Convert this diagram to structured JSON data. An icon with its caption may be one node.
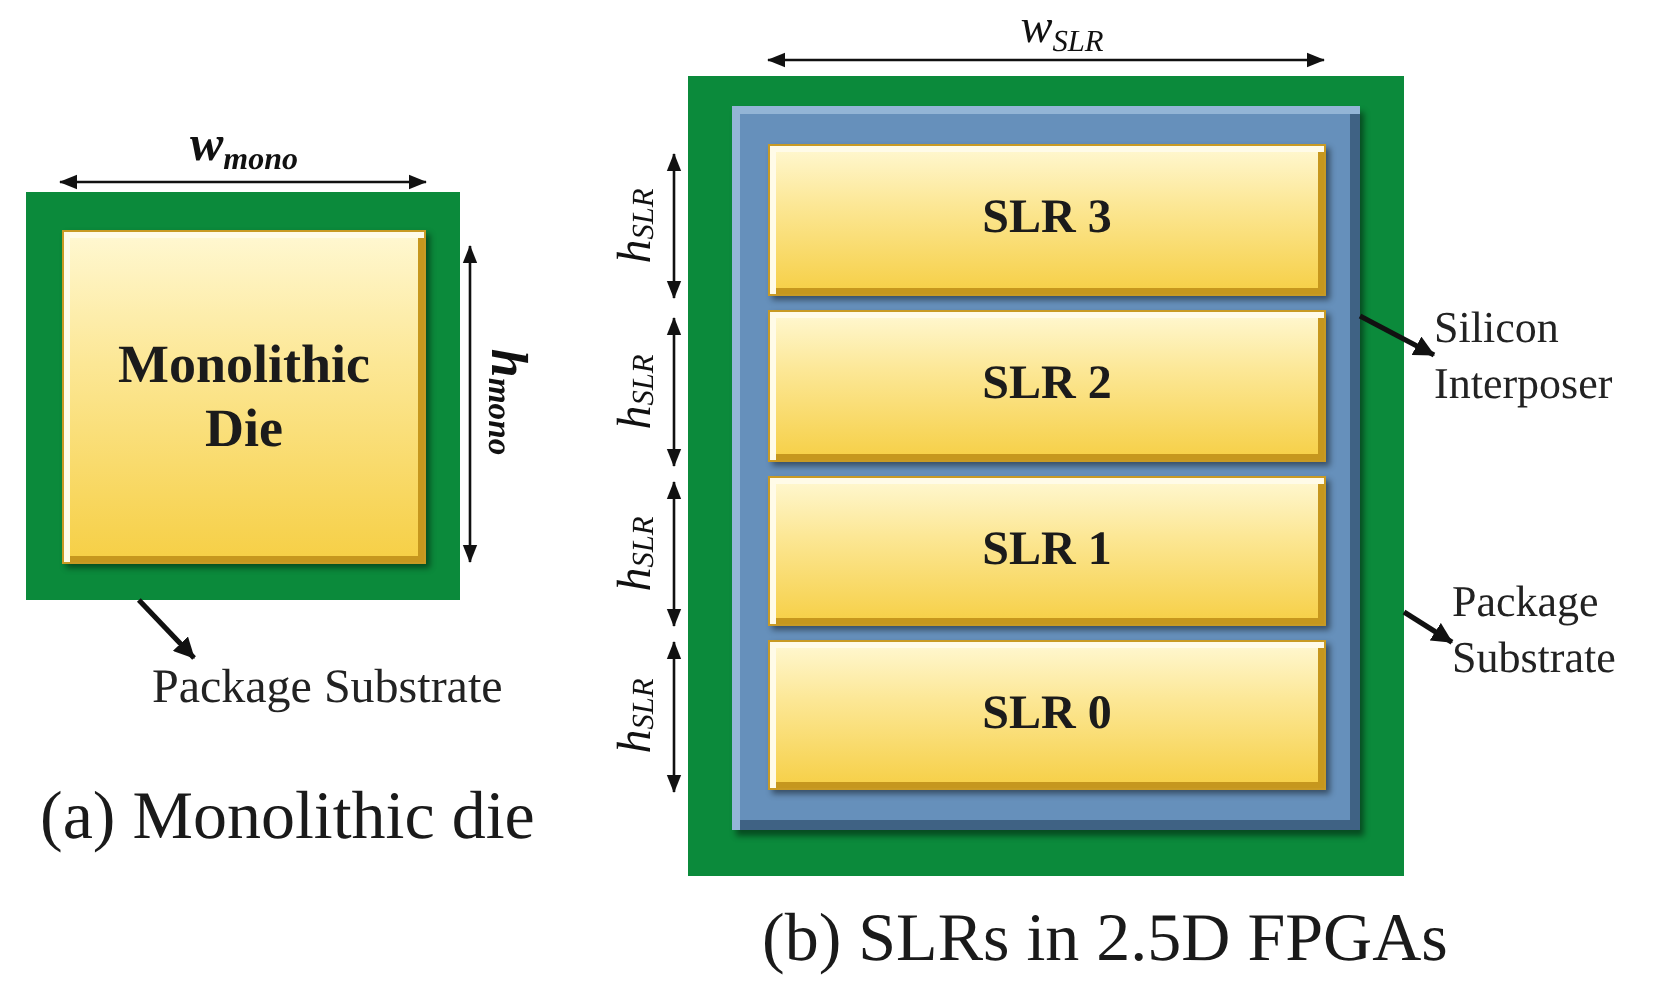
{
  "diagram": {
    "nodes": [
      {
        "text": [],
        "shape": "box"
      },
      {
        "text": [
          "Monolithic Die"
        ],
        "in": 0
      },
      {
        "text": [
          "Package Substrate"
        ]
      },
      {
        "text": [],
        "shape": "box"
      },
      {
        "text": [],
        "shape": "box",
        "in": 3
      },
      {
        "text": [
          "SLR 3"
        ],
        "in": 4
      },
      {
        "text": [
          "SLR 2"
        ],
        "in": 4
      },
      {
        "text": [
          "SLR 1"
        ],
        "in": 4
      },
      {
        "text": [
          "SLR 0"
        ],
        "in": 4
      },
      {
        "text": [
          "Silicon Interposer"
        ]
      },
      {
        "text": [
          "Package Substrate"
        ]
      }
    ],
    "edges": [
      {
        "from": 0,
        "to": 2,
        "arrow": "to"
      },
      {
        "from": 4,
        "to": 9,
        "arrow": "to"
      },
      {
        "from": 3,
        "to": 10,
        "arrow": "to"
      }
    ],
    "labels": [
      "w$_{mono}$",
      "h$_{mono}$",
      "(a) Monolithic die",
      "w$_{SLR}$",
      "h$_{SLR}$",
      "h$_{SLR}$",
      "h$_{SLR}$",
      "h$_{SLR}$",
      "(b) SLRs in 2.5D FPGAs"
    ]
  }
}
